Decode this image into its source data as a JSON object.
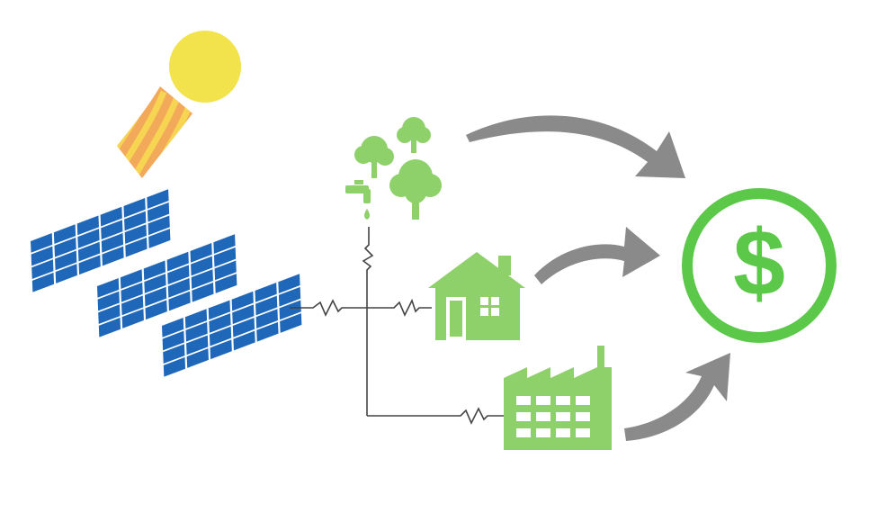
{
  "colors": {
    "sun": "#f2e34c",
    "sun_rays_orange": "#f3a95a",
    "sun_rays_yellow": "#f6d552",
    "panel_frame": "#ffffff",
    "panel_cell": "#1f67b8",
    "wire": "#444444",
    "consumer_green": "#8ed16a",
    "money_green": "#5cc84a",
    "arrow_gray": "#8a8a8a"
  },
  "icons": {
    "sun": "sun-icon",
    "solar_panels": "solar-panel-icon",
    "trees_and_water": "trees-water-tap-icon",
    "house": "house-icon",
    "factory": "factory-icon",
    "money": "dollar-circle-icon"
  },
  "money": {
    "symbol": "$"
  },
  "nodes": [
    {
      "id": "nature",
      "icon": "trees-water-tap-icon"
    },
    {
      "id": "home",
      "icon": "house-icon"
    },
    {
      "id": "industry",
      "icon": "factory-icon"
    }
  ]
}
